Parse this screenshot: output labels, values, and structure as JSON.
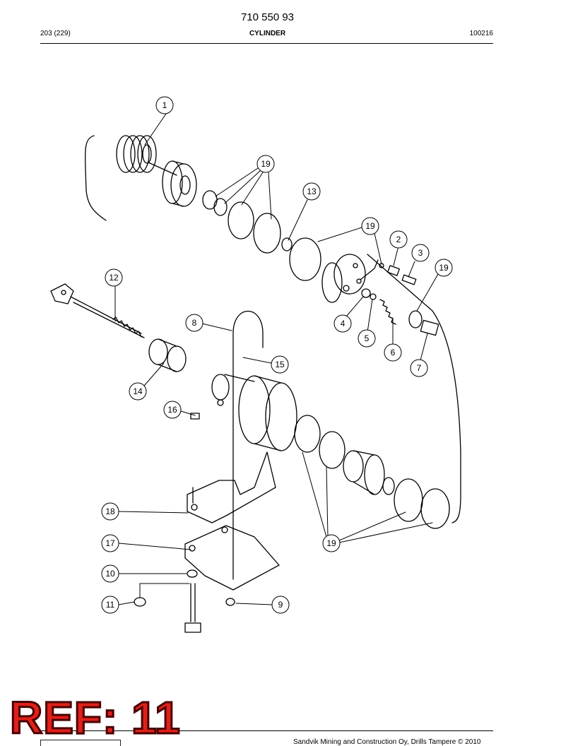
{
  "header": {
    "doc_number": "710 550 93",
    "page_ref": "203 (229)",
    "title": "CYLINDER",
    "date_code": "100216"
  },
  "callouts": [
    "1",
    "2",
    "3",
    "4",
    "5",
    "6",
    "7",
    "8",
    "9",
    "10",
    "11",
    "12",
    "13",
    "14",
    "15",
    "16",
    "17",
    "18",
    "19"
  ],
  "stamp": "REF: 11",
  "footer": {
    "copyright": "Sandvik Mining and Construction Oy, Drills Tampere © 2010"
  },
  "logo": {
    "name": "sandvik-logo"
  }
}
